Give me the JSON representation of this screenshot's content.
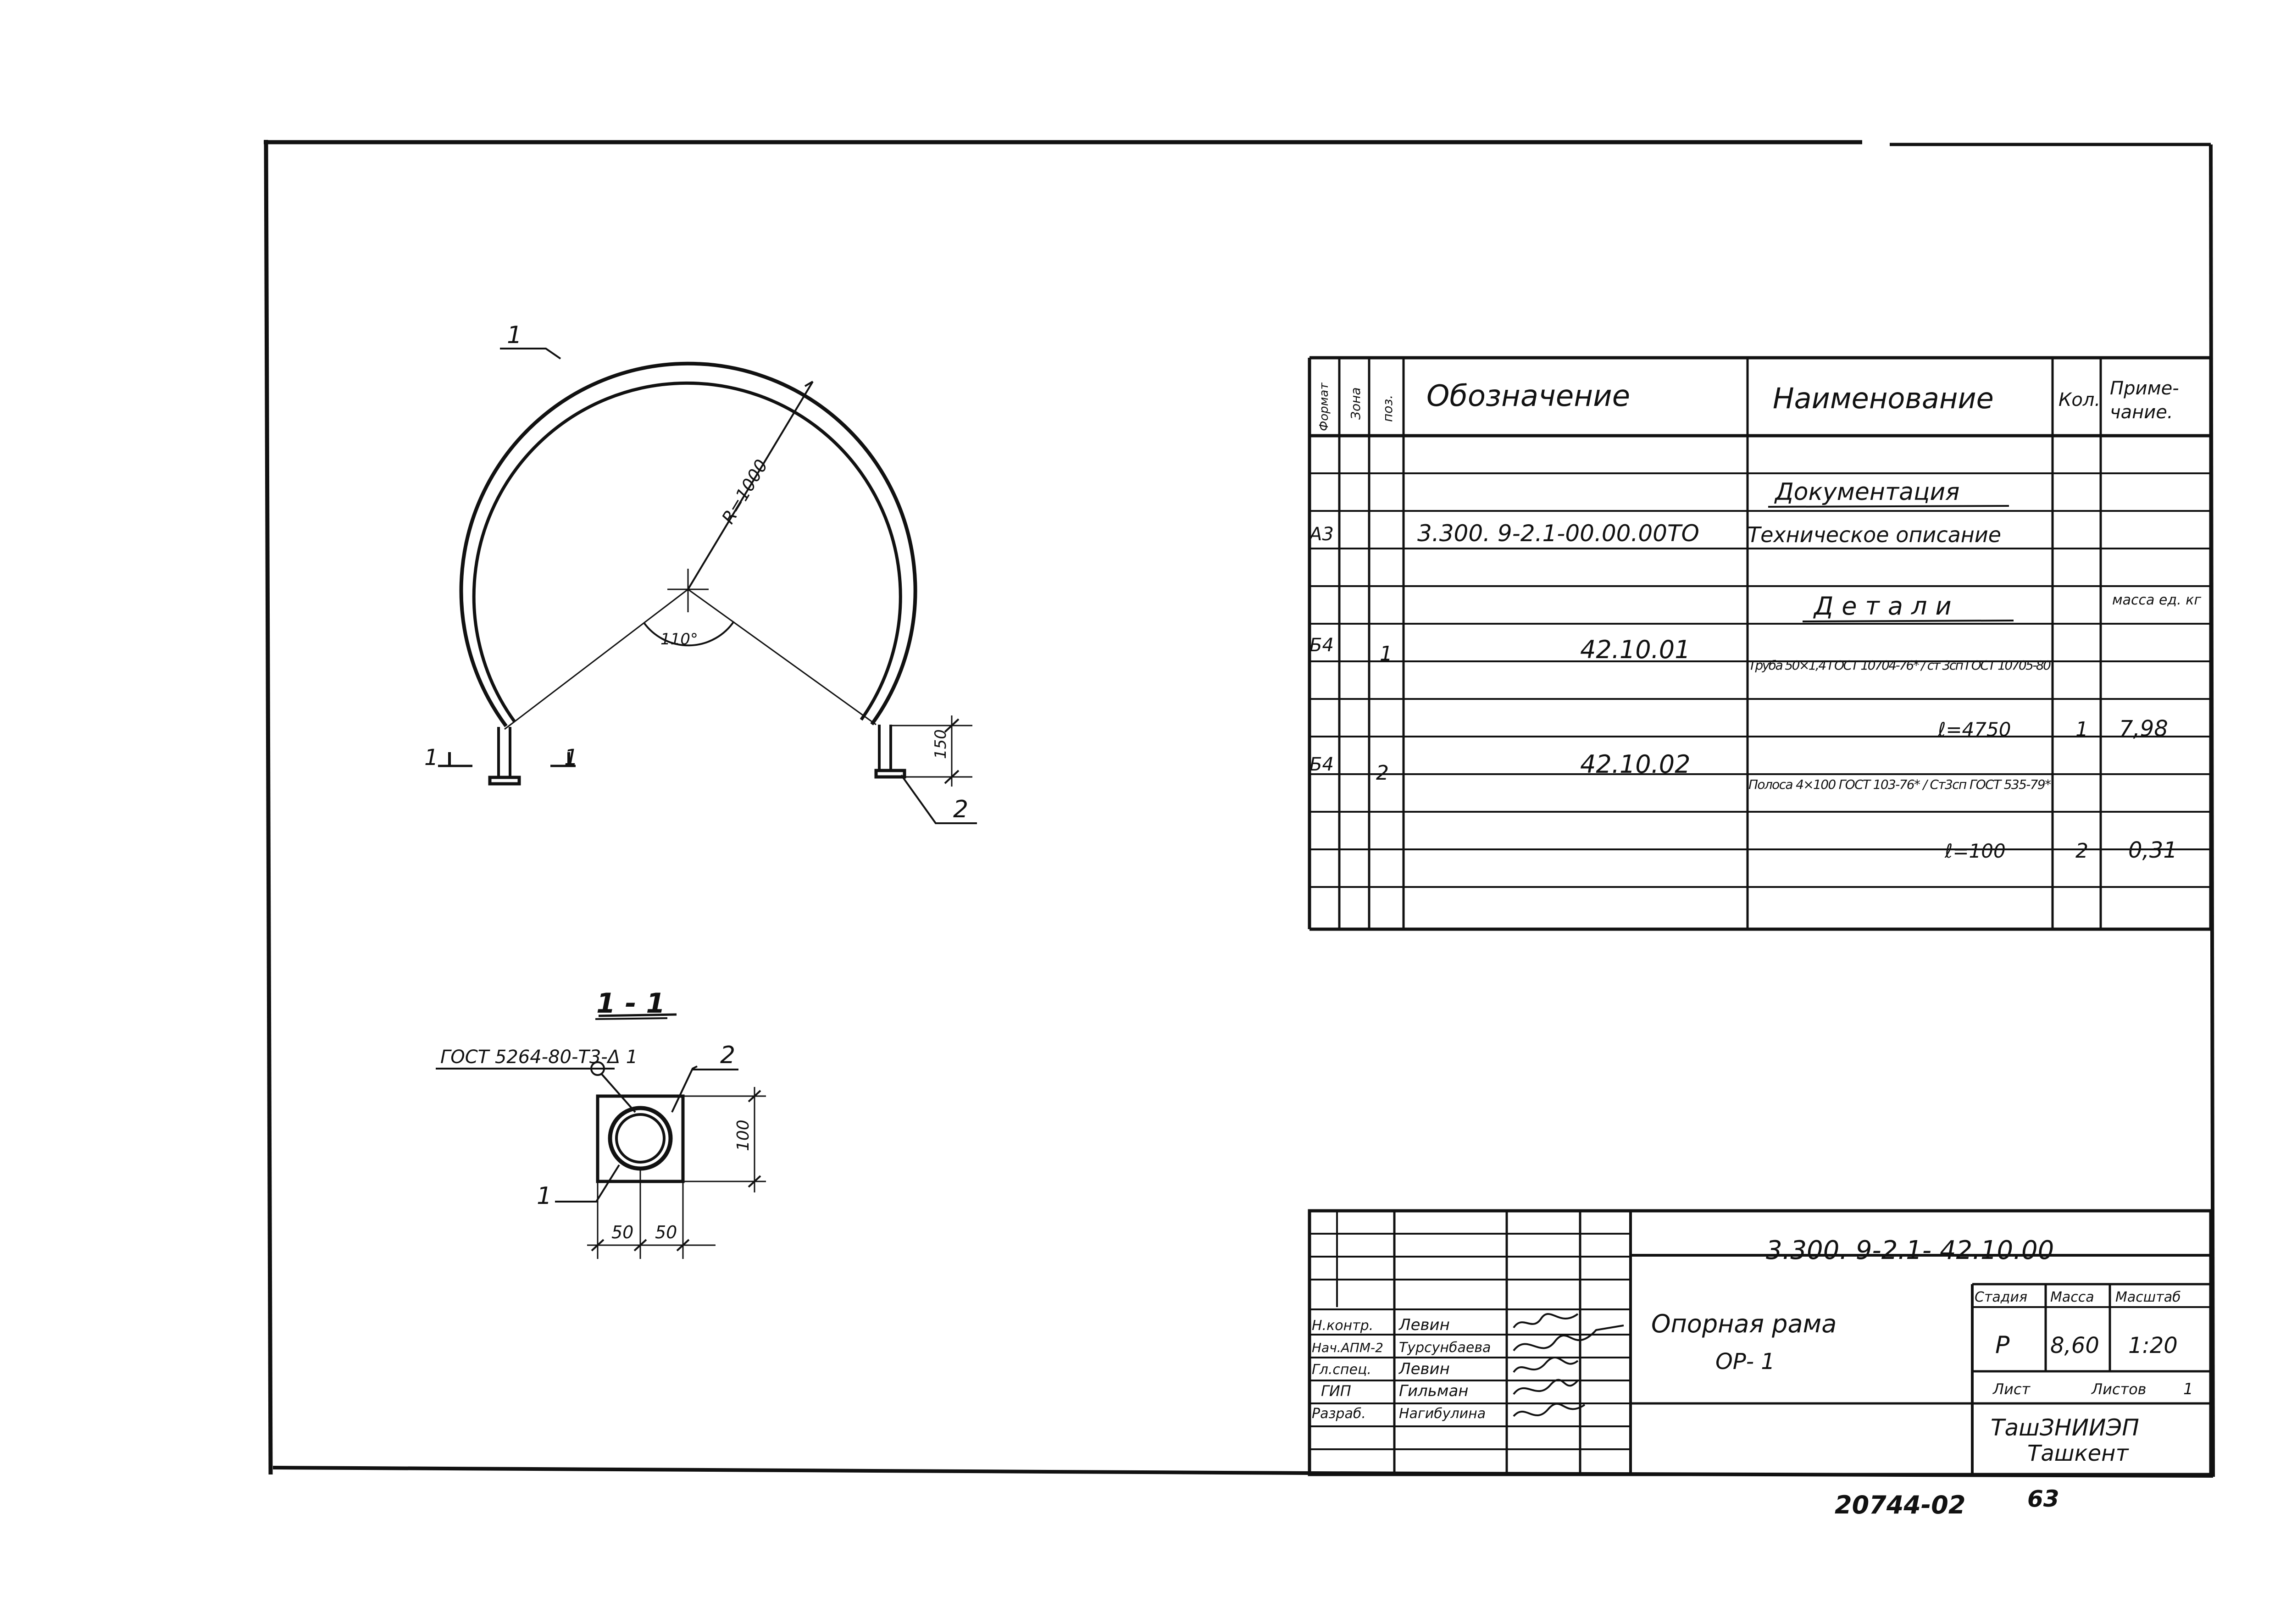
{
  "drawing": {
    "view_main": {
      "callout_1": "1",
      "callout_2": "2",
      "radius_label": "R=1000",
      "angle_label": "110°",
      "leg_height": "150",
      "section_mark_left": "1",
      "section_mark_right": "1"
    },
    "section": {
      "title": "1 - 1",
      "weld_note": "ГОСТ 5264-80-Т3-Δ 1",
      "callout_1": "1",
      "callout_2": "2",
      "dim_height": "100",
      "dim_half_left": "50",
      "dim_half_right": "50"
    }
  },
  "spec_table": {
    "headers": {
      "format": "Формат",
      "zone": "Зона",
      "pos": "поз.",
      "designation": "Обозначение",
      "name": "Наименование",
      "qty": "Кол.",
      "note_line1": "Приме-",
      "note_line2": "чание."
    },
    "rows": [
      {
        "format": "",
        "zone": "",
        "pos": "",
        "designation": "",
        "name": "",
        "qty": "",
        "note": ""
      },
      {
        "format": "",
        "zone": "",
        "pos": "",
        "designation": "",
        "name": "Документация",
        "qty": "",
        "note": ""
      },
      {
        "format": "А3",
        "zone": "",
        "pos": "",
        "designation": "3.300. 9-2.1-00.00.00ТО",
        "name": "Техническое описание",
        "qty": "",
        "note": ""
      },
      {
        "format": "",
        "zone": "",
        "pos": "",
        "designation": "",
        "name": "",
        "qty": "",
        "note": ""
      },
      {
        "format": "",
        "zone": "",
        "pos": "",
        "designation": "",
        "name": "Детали",
        "qty": "",
        "note": "масса ед. кг"
      },
      {
        "format": "Б4",
        "zone": "",
        "pos": "1",
        "designation": "42.10.01",
        "name": "Труба 50×1,4 ГОСТ 10704-76* / ст 3сп ГОСТ 10705-80",
        "qty": "",
        "note": ""
      },
      {
        "format": "",
        "zone": "",
        "pos": "",
        "designation": "",
        "name": "",
        "qty": "",
        "note": ""
      },
      {
        "format": "",
        "zone": "",
        "pos": "",
        "designation": "",
        "name": "ℓ=4750",
        "qty": "1",
        "note": "7,98"
      },
      {
        "format": "Б4",
        "zone": "",
        "pos": "2",
        "designation": "42.10.02",
        "name": "Полоса 4×100 ГОСТ 103-76* / Ст3сп ГОСТ 535-79*",
        "qty": "",
        "note": ""
      },
      {
        "format": "",
        "zone": "",
        "pos": "",
        "designation": "",
        "name": "",
        "qty": "",
        "note": ""
      },
      {
        "format": "",
        "zone": "",
        "pos": "",
        "designation": "",
        "name": "ℓ=100",
        "qty": "2",
        "note": "0,31"
      },
      {
        "format": "",
        "zone": "",
        "pos": "",
        "designation": "",
        "name": "",
        "qty": "",
        "note": ""
      },
      {
        "format": "",
        "zone": "",
        "pos": "",
        "designation": "",
        "name": "",
        "qty": "",
        "note": ""
      }
    ]
  },
  "title_block": {
    "doc_code": "3.300. 9-2.1- 42.10.00",
    "title_line1": "Опорная рама",
    "title_line2": "ОР- 1",
    "stage_label": "Стадия",
    "mass_label": "Масса",
    "scale_label": "Масштаб",
    "stage": "Р",
    "mass": "8,60",
    "scale": "1:20",
    "sheet_label": "Лист",
    "sheets_label": "Листов",
    "sheets_count": "1",
    "org_line1": "ТашЗНИИЭП",
    "org_line2": "Ташкент",
    "signatories": [
      {
        "role": "Н.контр.",
        "name": "Левин"
      },
      {
        "role": "Нач.АПМ-2",
        "name": "Турсунбаева"
      },
      {
        "role": "Гл.спец.",
        "name": "Левин"
      },
      {
        "role": "ГИП",
        "name": "Гильман"
      },
      {
        "role": "Разраб.",
        "name": "Нагибулина"
      }
    ]
  },
  "footer": {
    "inventory": "20744-02",
    "page": "63"
  }
}
